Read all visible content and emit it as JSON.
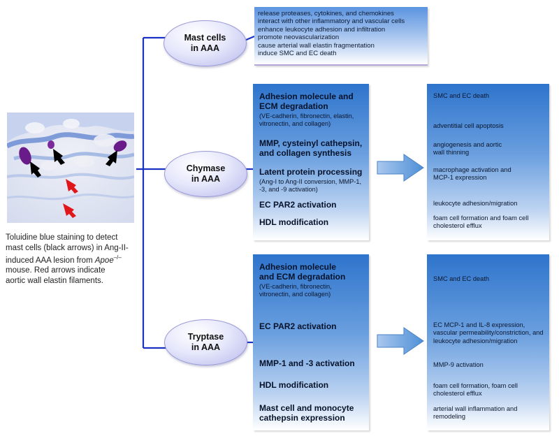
{
  "micrograph": {
    "icon": "toluidine-blue-micrograph",
    "marker_colors": {
      "mast_cell_arrow": "#000000",
      "elastin_arrow": "#e0161a",
      "stain": "#6a1b8a"
    }
  },
  "caption": {
    "line1": "Toluidine blue staining to detect",
    "line2": "mast cells (black arrows) in Ang-II-",
    "line3_prefix": "induced AAA lesion from ",
    "line3_italic": "Apoe",
    "line3_sup": "–/–",
    "line4": "mouse. Red arrows indicate",
    "line5": "aortic wall elastin filaments."
  },
  "mast": {
    "oval_line1": "Mast cells",
    "oval_line2": "in AAA",
    "effects": [
      "release proteases, cytokines, and chemokines",
      "interact with other inflammatory and vascular cells",
      "enhance leukocyte adhesion and infiltration",
      "promote neovascularization",
      "cause arterial wall elastin fragmentation",
      "induce SMC and EC death"
    ]
  },
  "chymase": {
    "oval_line1": "Chymase",
    "oval_line2": "in AAA",
    "head1": "Adhesion molecule and ECM degradation",
    "sub1": "(VE-cadherin, fibronectin, elastin, vitronectin, and collagen)",
    "head2": "MMP, cysteinyl cathepsin, and collagen synthesis",
    "head3": "Latent protein processing",
    "sub3": "(Ang-I to Ang-II conversion, MMP-1, -3, and -9 activation)",
    "head4": "EC PAR2 activation",
    "head5": "HDL modification",
    "outcomes": [
      "SMC and EC death",
      "adventitial cell apoptosis",
      "angiogenesis and aortic wall thinning",
      "macrophage activation and MCP-1 expression",
      "leukocyte adhesion/migration",
      "foam cell formation and foam cell cholesterol efflux"
    ]
  },
  "tryptase": {
    "oval_line1": "Tryptase",
    "oval_line2": "in AAA",
    "head1": "Adhesion molecule and ECM degradation",
    "sub1": "(VE-cadherin, fibronectin, vitronectin, and collagen)",
    "head2": "EC PAR2 activation",
    "head3": "MMP-1 and -3 activation",
    "head4": "HDL modification",
    "head5": "Mast cell and monocyte cathepsin expression",
    "outcomes": [
      "SMC and EC death",
      "EC MCP-1 and IL-8 expression, vascular permeability/constriction, and leukocyte adhesion/migration",
      "MMP-9 activation",
      "foam cell formation, foam cell cholesterol efflux",
      "arterial wall inflammation and remodeling"
    ]
  },
  "colors": {
    "connector": "#1a33c4",
    "box_top": "#2e74cc",
    "oval_fill": "#e6e8fb",
    "arrow": "#4f8fd6"
  },
  "icons": {
    "flow_arrow": "right-block-arrow-icon"
  }
}
